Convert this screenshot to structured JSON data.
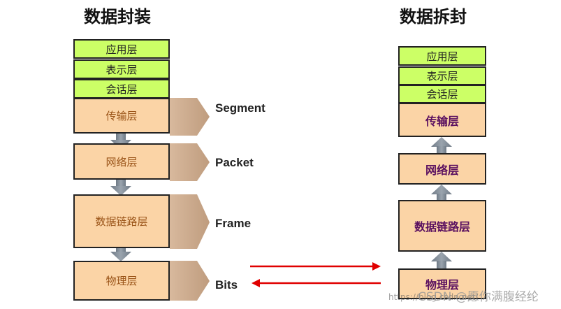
{
  "left_title": "数据封装",
  "right_title": "数据拆封",
  "encapsulation": {
    "application": "应用层",
    "presentation": "表示层",
    "session": "会话层",
    "transport": "传输层",
    "network": "网络层",
    "datalink": "数据链路层",
    "physical": "物理层"
  },
  "pdu_labels": {
    "segment": "Segment",
    "packet": "Packet",
    "frame": "Frame",
    "bits": "Bits"
  },
  "decapsulation": {
    "application": "应用层",
    "presentation": "表示层",
    "session": "会话层",
    "transport": "传输层",
    "network": "网络层",
    "datalink": "数据链路层",
    "physical": "物理层"
  },
  "watermark": {
    "url": "https://blog.csdn.net/",
    "text": "CSDN @愿你满腹经纶"
  },
  "colors": {
    "upper_layer_fill": "#ccff66",
    "lower_layer_fill": "#fbd4a6",
    "pdu_tab_fill": "#c9a78a",
    "arrow_fill": "#808a96",
    "link_arrow": "#e00000"
  }
}
